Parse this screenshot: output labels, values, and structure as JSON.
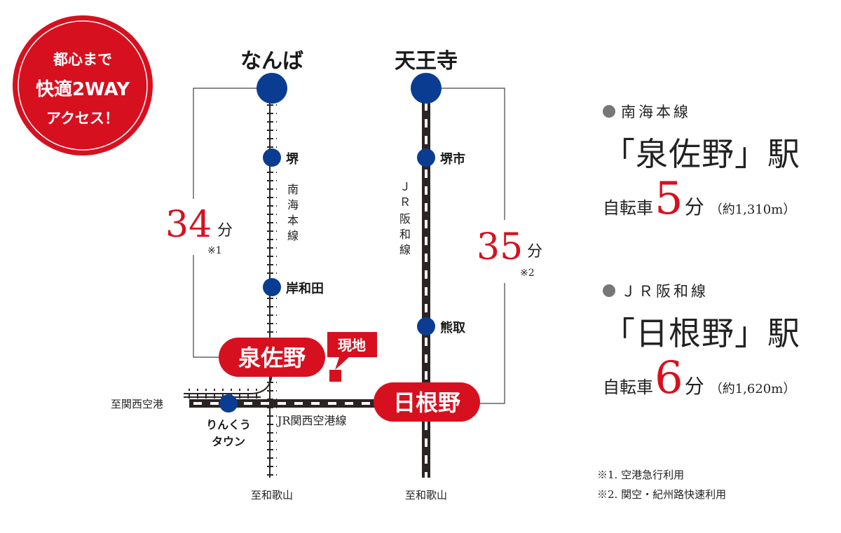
{
  "badge": {
    "line1": "都心まで",
    "line2": "快適2WAY",
    "line3": "アクセス！"
  },
  "stations": {
    "namba": "なんば",
    "tennoji": "天王寺",
    "sakai": "堺",
    "sakaishi": "堺市",
    "kishiwada": "岸和田",
    "kumatori": "熊取",
    "izumisano": "泉佐野",
    "hineno": "日根野",
    "rinku1": "りんくう",
    "rinku2": "タウン"
  },
  "lines": {
    "nankai_vertical": [
      "南",
      "海",
      "本",
      "線"
    ],
    "jr_hanwa_vertical": [
      "Ｊ",
      "Ｒ",
      "阪",
      "和",
      "線"
    ],
    "jr_kanku": "JR関西空港線"
  },
  "directions": {
    "kanku": "至関西空港",
    "wakayama_left": "至和歌山",
    "wakayama_right": "至和歌山"
  },
  "genchi": "現地",
  "times": {
    "left": {
      "num": "34",
      "unit": "分",
      "note": "※1"
    },
    "right": {
      "num": "35",
      "unit": "分",
      "note": "※2"
    }
  },
  "side": {
    "block1": {
      "line": "南海本線",
      "station": "「泉佐野」駅",
      "prefix": "自転車",
      "num": "5",
      "unit": "分",
      "dist": "（約1,310m）"
    },
    "block2": {
      "line": "ＪＲ阪和線",
      "station": "「日根野」駅",
      "prefix": "自転車",
      "num": "6",
      "unit": "分",
      "dist": "（約1,620m）"
    }
  },
  "notes": {
    "n1": "※1. 空港急行利用",
    "n2": "※2. 関空・紀州路快速利用"
  },
  "colors": {
    "red": "#d7101f",
    "blue": "#0a3d91",
    "line_dark": "#2b2424"
  }
}
